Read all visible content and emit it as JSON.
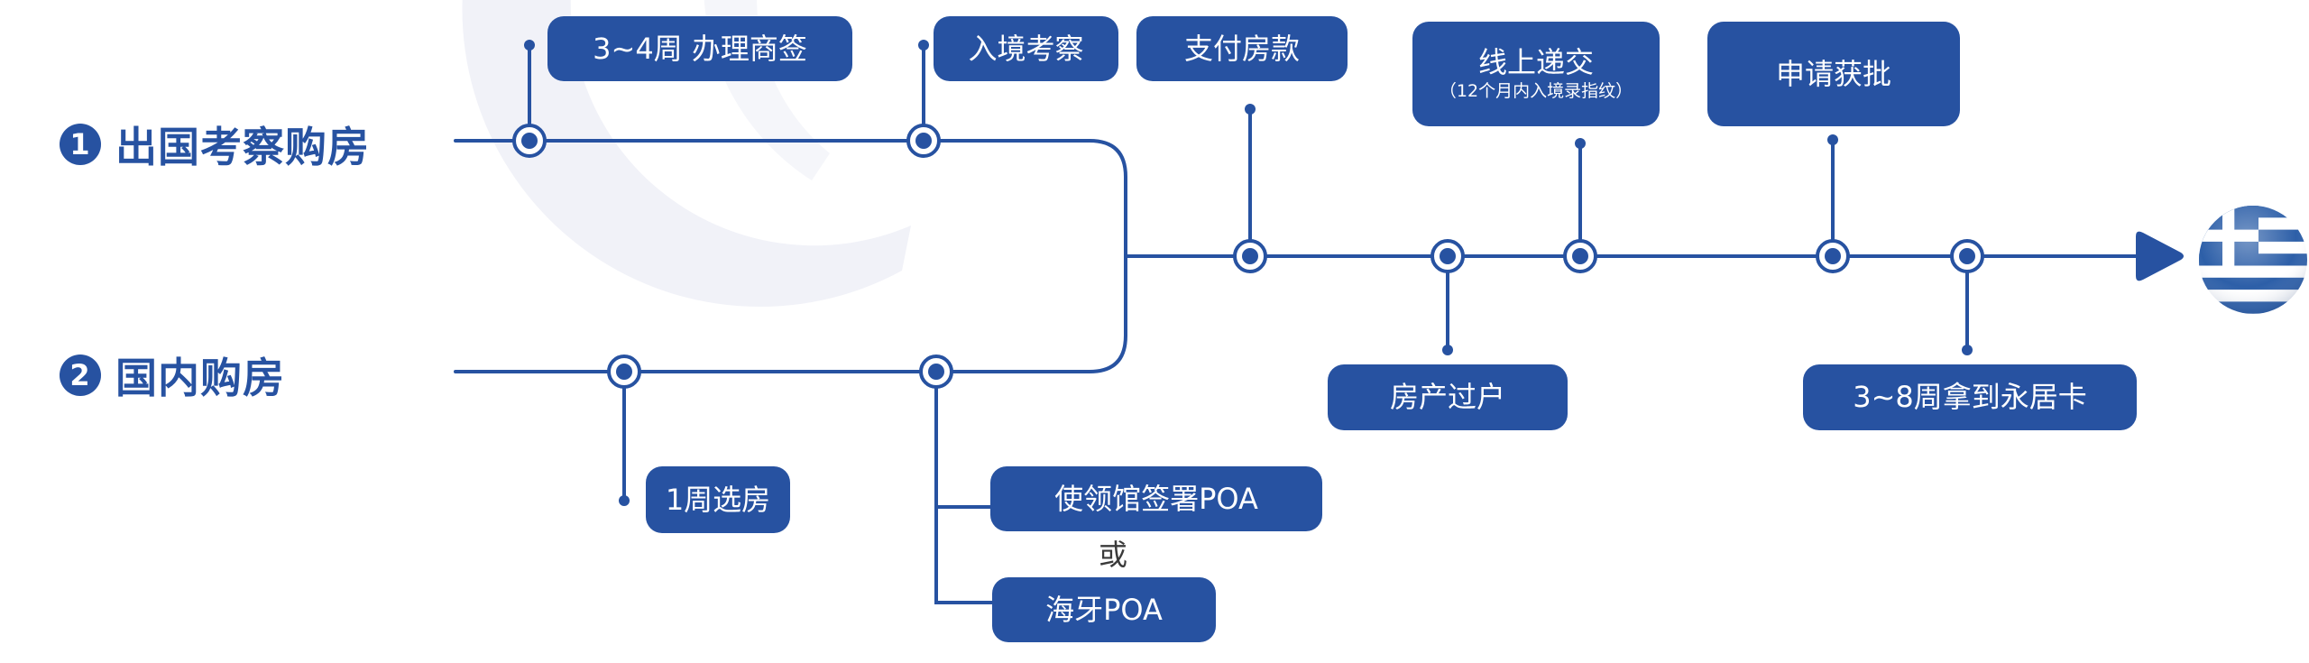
{
  "diagram": {
    "type": "process-flow",
    "colors": {
      "primary": "#2752a1",
      "background": "#ffffff",
      "decor": "#f1f2f8",
      "or_text": "#3a3a3a",
      "flag_blue": "#2d5fa8",
      "flag_white": "#ffffff"
    },
    "routes": [
      {
        "number": "1",
        "label": "出国考察购房"
      },
      {
        "number": "2",
        "label": "国内购房"
      }
    ],
    "route1_steps": [
      {
        "label": "3~4周 办理商签"
      },
      {
        "label": "入境考察"
      }
    ],
    "route2_steps": [
      {
        "label": "1周选房"
      },
      {
        "label": "使领馆签署POA"
      },
      {
        "label": "海牙POA"
      }
    ],
    "or_label": "或",
    "main_steps": [
      {
        "label": "支付房款",
        "sub": ""
      },
      {
        "label": "房产过户",
        "sub": ""
      },
      {
        "label": "线上递交",
        "sub": "（12个月内入境录指纹）"
      },
      {
        "label": "申请获批",
        "sub": ""
      },
      {
        "label": "3~8周拿到永居卡",
        "sub": ""
      }
    ],
    "destination": {
      "icon": "greece-flag-icon",
      "name": "Greece"
    }
  }
}
